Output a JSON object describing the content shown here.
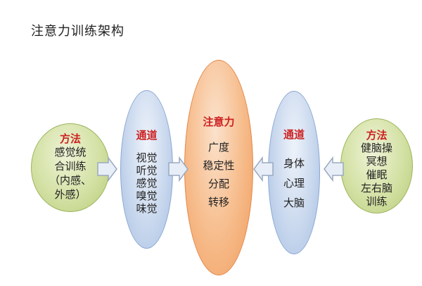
{
  "title": "注意力训练架构",
  "colors": {
    "heading_red": "#cc2222",
    "green_fill": "#d3e1a4",
    "blue_fill": "#c9d8ee",
    "orange_fill": "#f7be8f",
    "arrow_fill": "#e8eef7",
    "arrow_stroke": "#9aa9c0"
  },
  "method_left": {
    "heading": "方法",
    "lines": [
      "感觉统",
      "合训练",
      "（内感、",
      "外感）"
    ]
  },
  "channel_left": {
    "heading": "通道",
    "items": [
      "视觉",
      "听觉",
      "感觉",
      "嗅觉",
      "味觉"
    ]
  },
  "attention": {
    "heading": "注意力",
    "items": [
      "广度",
      "稳定性",
      "分配",
      "转移"
    ]
  },
  "channel_right": {
    "heading": "通道",
    "items": [
      "身体",
      "心理",
      "大脑"
    ]
  },
  "method_right": {
    "heading": "方法",
    "items": [
      "健脑操",
      "冥想",
      "催眠",
      "左右脑",
      "训练"
    ]
  },
  "arrows": [
    {
      "from": "method_left",
      "to": "channel_left",
      "direction": "right"
    },
    {
      "from": "channel_left",
      "to": "attention",
      "direction": "right"
    },
    {
      "from": "channel_right",
      "to": "attention",
      "direction": "left"
    },
    {
      "from": "method_right",
      "to": "channel_right",
      "direction": "left"
    }
  ]
}
